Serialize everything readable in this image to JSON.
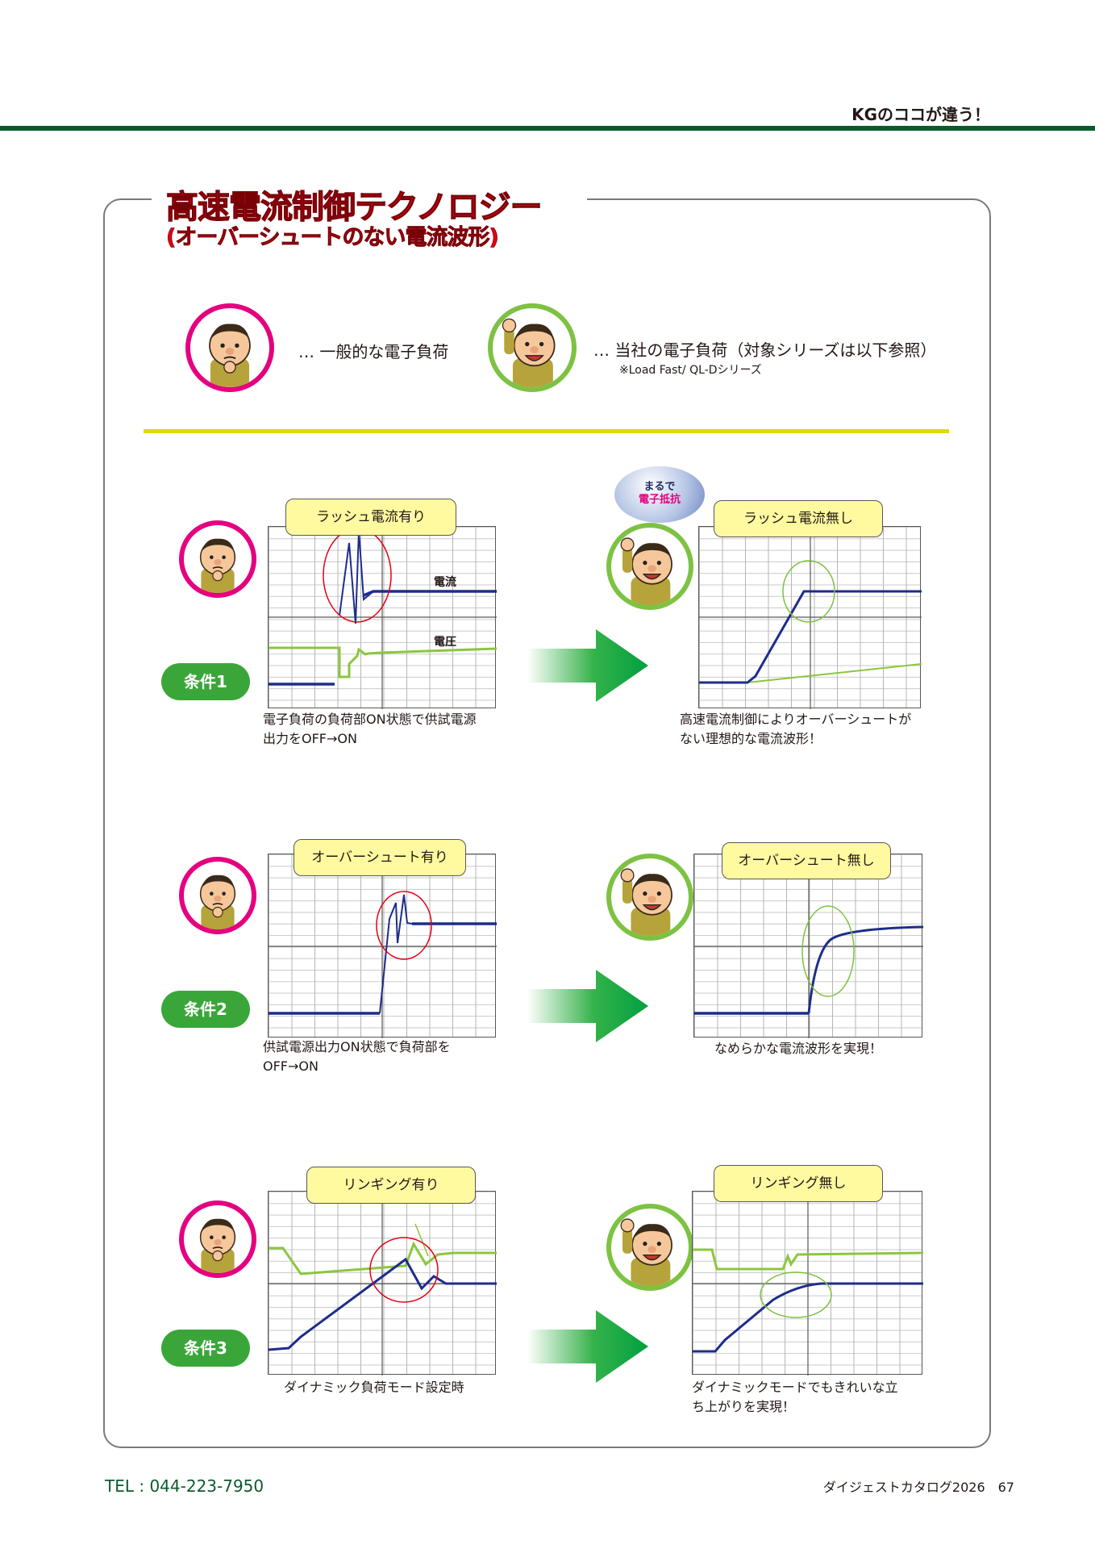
{
  "header": {
    "label": "KGのココが違う！"
  },
  "title": {
    "main": "高速電流制御テクノロジー",
    "sub": "(オーバーシュートのない電流波形)"
  },
  "legend": {
    "general": "… 一般的な電子負荷",
    "ours": "… 当社の電子負荷（対象シリーズは以下参照）",
    "ours_note": "※Load Fast/ QL-Dシリーズ"
  },
  "badge": {
    "line1": "まるで",
    "line2": "電子抵抗"
  },
  "conditions": [
    {
      "label": "条件1",
      "left_bubble": "ラッシュ電流有り",
      "left_caption_1": "電子負荷の負荷部ON状態で供試電源",
      "left_caption_2": "出力をOFF→ON",
      "current_label": "電流",
      "voltage_label": "電圧",
      "right_bubble": "ラッシュ電流無し",
      "right_caption_1": "高速電流制御によりオーバーシュートが",
      "right_caption_2": "ない理想的な電流波形！"
    },
    {
      "label": "条件2",
      "left_bubble": "オーバーシュート有り",
      "left_caption_1": "供試電源出力ON状態で負荷部を",
      "left_caption_2": "OFF→ON",
      "right_bubble": "オーバーシュート無し",
      "right_caption_1": "なめらかな電流波形を実現！"
    },
    {
      "label": "条件3",
      "left_bubble": "リンギング有り",
      "left_caption_1": "ダイナミック負荷モード設定時",
      "right_bubble": "リンギング無し",
      "right_caption_1": "ダイナミックモードでもきれいな立",
      "right_caption_2": "ち上がりを実現！"
    }
  ],
  "footer": {
    "tel": "TEL : 044-223-7950",
    "catalog": "ダイジェストカタログ2026　67"
  },
  "colors": {
    "brand_green": "#0b5a2c",
    "title_red": "#e60012",
    "pink": "#e4007f",
    "lime": "#7dc242",
    "current_blue": "#1d2d8c",
    "voltage_green": "#8cc63f",
    "highlight_yellow": "#e3d800"
  }
}
